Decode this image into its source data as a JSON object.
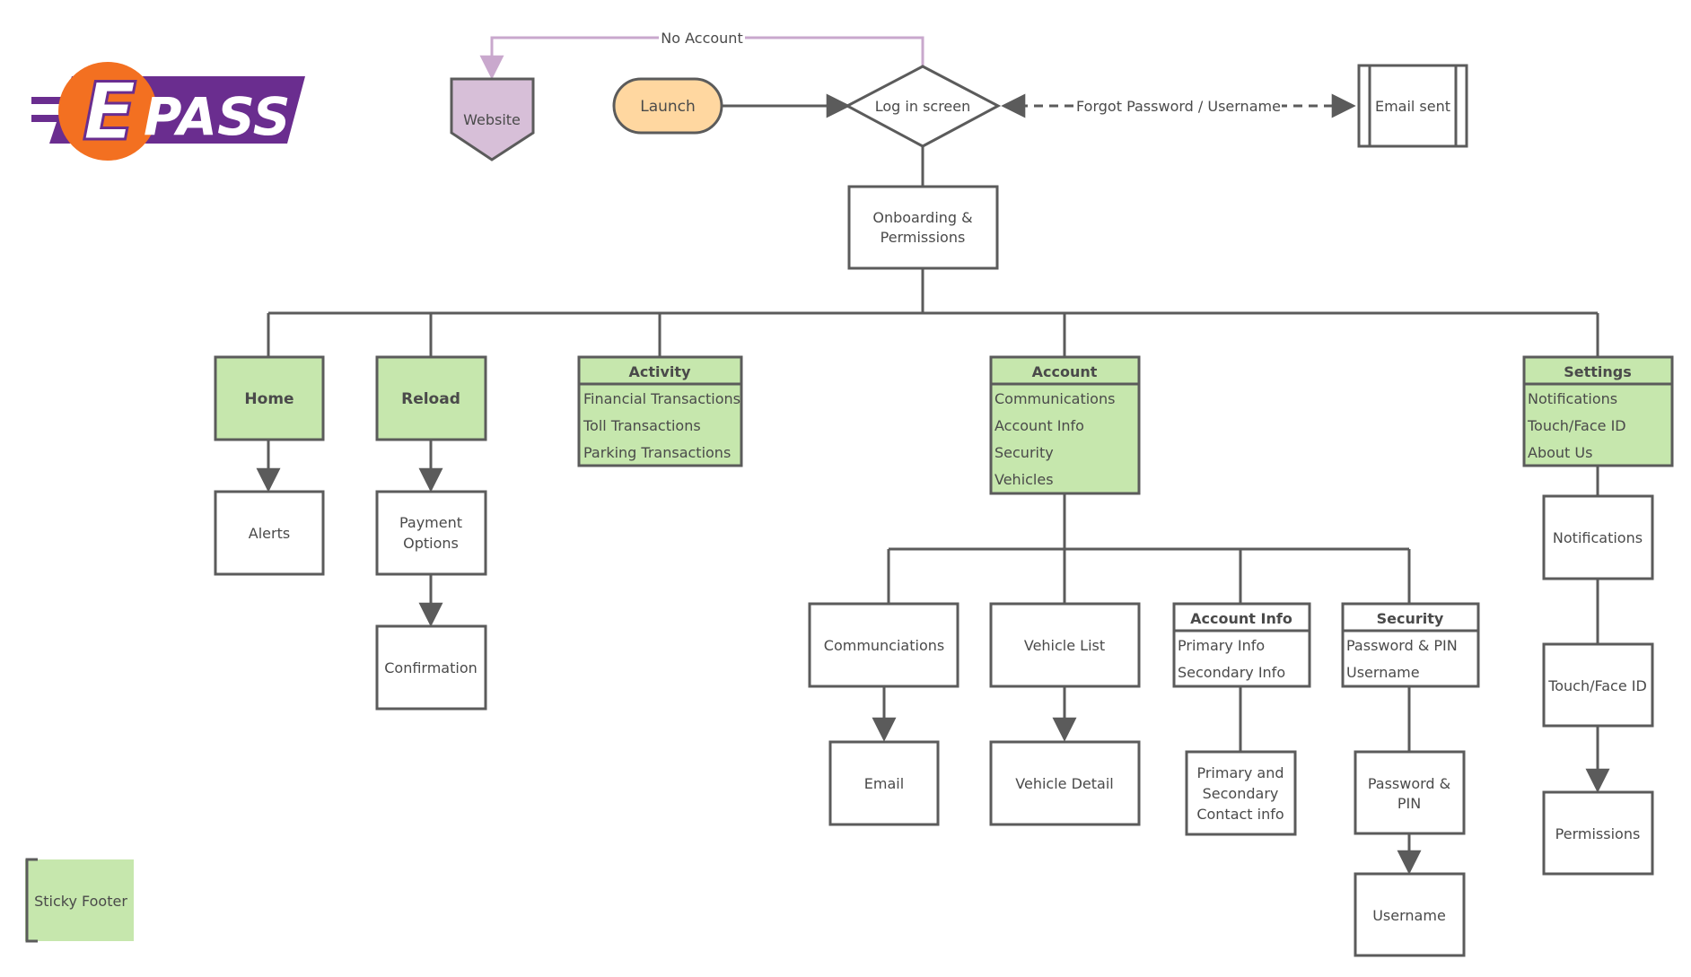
{
  "logo": {
    "text": "EPASS",
    "colors": {
      "purple": "#6a2d8f",
      "orange": "#f37021",
      "white": "#ffffff"
    }
  },
  "colors": {
    "line": "#5b5b5b",
    "text": "#4a4a4a",
    "green_fill": "#c6e7ad",
    "green_border": "#5b5b5b",
    "launch_fill": "#ffd7a0",
    "website_fill": "#d7bfd8",
    "purple_line": "#c9a8cd"
  },
  "nodes": {
    "website": "Website",
    "launch": "Launch",
    "login": "Log in screen",
    "email_sent": "Email sent",
    "onboarding_1": "Onboarding &",
    "onboarding_2": "Permissions",
    "home": "Home",
    "reload": "Reload",
    "alerts": "Alerts",
    "payment_1": "Payment",
    "payment_2": "Options",
    "confirmation": "Confirmation",
    "communciations": "Communciations",
    "email": "Email",
    "vehicle_list": "Vehicle List",
    "vehicle_detail": "Vehicle Detail",
    "contact_1": "Primary and",
    "contact_2": "Secondary",
    "contact_3": "Contact info",
    "pwpin_1": "Password &",
    "pwpin_2": "PIN",
    "username": "Username",
    "notifications": "Notifications",
    "touch_face": "Touch/Face ID",
    "permissions": "Permissions",
    "sticky_footer": "Sticky Footer"
  },
  "edge_labels": {
    "no_account": "No Account",
    "forgot": "Forgot Password / Username"
  },
  "lists": {
    "activity": {
      "title": "Activity",
      "items": [
        "Financial Transactions",
        "Toll Transactions",
        "Parking Transactions"
      ]
    },
    "account": {
      "title": "Account",
      "items": [
        "Communications",
        "Account Info",
        "Security",
        "Vehicles"
      ]
    },
    "settings": {
      "title": "Settings",
      "items": [
        "Notifications",
        "Touch/Face ID",
        "About Us"
      ]
    },
    "account_info": {
      "title": "Account Info",
      "items": [
        "Primary Info",
        "Secondary Info"
      ]
    },
    "security": {
      "title": "Security",
      "items": [
        "Password & PIN",
        "Username"
      ]
    }
  }
}
